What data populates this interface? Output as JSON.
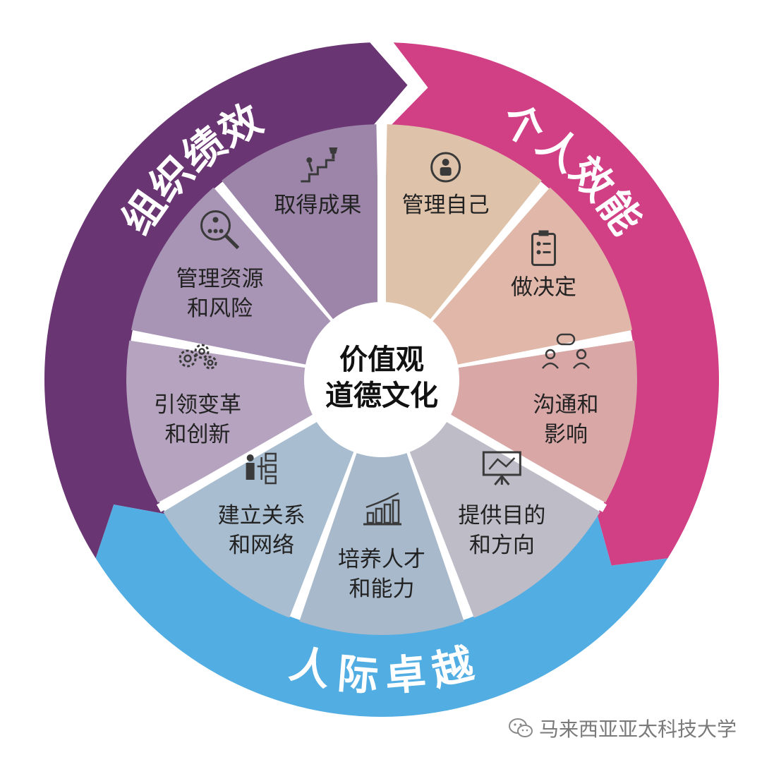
{
  "center": {
    "line1": "价值观",
    "line2": "道德文化"
  },
  "arcs": [
    {
      "id": "org",
      "label": "组织绩效",
      "color": "#6a3573"
    },
    {
      "id": "self",
      "label": "个人效能",
      "color": "#d13f85"
    },
    {
      "id": "inter",
      "label": "人际卓越",
      "color": "#52ade3"
    }
  ],
  "segments": [
    {
      "lines": [
        "管理自己"
      ],
      "icon": "person-badge-icon",
      "color": "#dec3aa"
    },
    {
      "lines": [
        "做决定"
      ],
      "icon": "clipboard-checklist-icon",
      "color": "#e0b7a9"
    },
    {
      "lines": [
        "沟通和",
        "影响"
      ],
      "icon": "people-chat-icon",
      "color": "#d8a7a6"
    },
    {
      "lines": [
        "提供目的",
        "和方向"
      ],
      "icon": "presentation-board-icon",
      "color": "#bdbcc7"
    },
    {
      "lines": [
        "培养人才",
        "和能力"
      ],
      "icon": "growth-chart-icon",
      "color": "#a7b9cb"
    },
    {
      "lines": [
        "建立关系",
        "和网络"
      ],
      "icon": "org-network-icon",
      "color": "#a8bdd0"
    },
    {
      "lines": [
        "引领变革",
        "和创新"
      ],
      "icon": "gears-icon",
      "color": "#b5a3bf"
    },
    {
      "lines": [
        "管理资源",
        "和风险"
      ],
      "icon": "magnifier-team-icon",
      "color": "#a894b4"
    },
    {
      "lines": [
        "取得成果"
      ],
      "icon": "stairs-trophy-icon",
      "color": "#9c85a9"
    }
  ],
  "watermark": {
    "text": "马来西亚亚太科技大学",
    "icon": "wechat-icon"
  }
}
